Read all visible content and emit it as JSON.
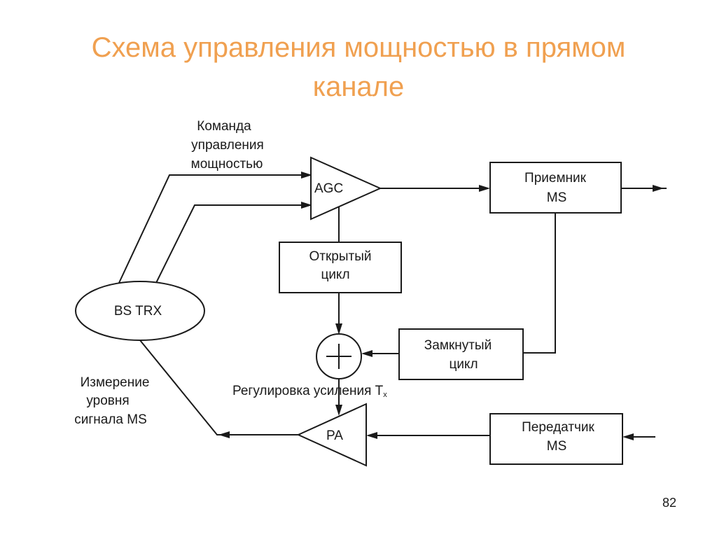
{
  "slide": {
    "title_line1": "Схема управления мощностью в прямом",
    "title_line2": "канале",
    "page_number": "82",
    "title_color": "#f0a050"
  },
  "diagram": {
    "bs_trx": "BS TRX",
    "agc": "AGC",
    "pa": "PA",
    "receiver": {
      "line1": "Приемник",
      "line2": "MS"
    },
    "transmitter": {
      "line1": "Передатчик",
      "line2": "MS"
    },
    "open_loop": {
      "line1": "Открытый",
      "line2": "цикл"
    },
    "closed_loop": {
      "line1": "Замкнутый",
      "line2": "цикл"
    },
    "power_command": {
      "line1": "Команда",
      "line2": "управления",
      "line3": "мощностью"
    },
    "signal_measurement": {
      "line1": "Измерение",
      "line2": "уровня",
      "line3": "сигнала MS"
    },
    "gain_adjust": {
      "text": "Регулировка усиления T",
      "subscript": "x"
    },
    "summer_icon": "plus-circle-icon"
  }
}
